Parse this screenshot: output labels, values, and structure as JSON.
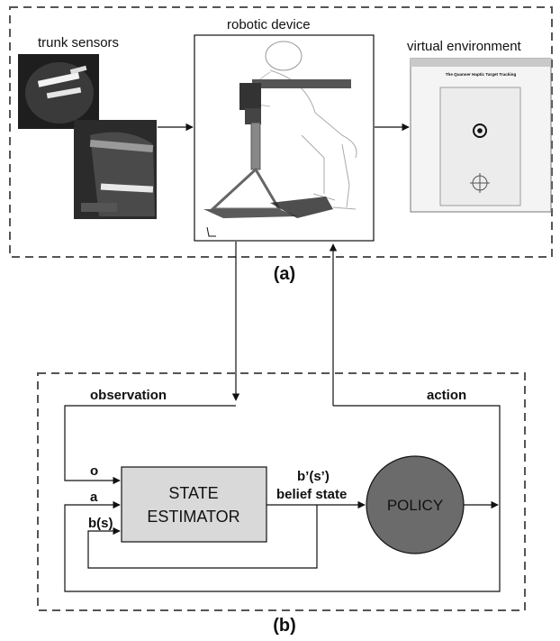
{
  "panel_a": {
    "caption": "(a)",
    "trunk_sensors_label": "trunk sensors",
    "robotic_device_label": "robotic device",
    "virtual_environment_label": "virtual environment",
    "ve_window_title": "The Quanser Haptic Target Tracking"
  },
  "panel_b": {
    "caption": "(b)",
    "observation_label": "observation",
    "action_label": "action",
    "input_o": "o",
    "input_a": "a",
    "input_bs": "b(s)",
    "output_bprime": "b’(s’)",
    "belief_state_label": "belief state",
    "state_estimator_line1": "STATE",
    "state_estimator_line2": "ESTIMATOR",
    "policy_label": "POLICY"
  },
  "colors": {
    "estimator_fill": "#d9d9d9",
    "policy_fill": "#6b6b6b",
    "dashed_border": "#555555",
    "line": "#111111"
  }
}
